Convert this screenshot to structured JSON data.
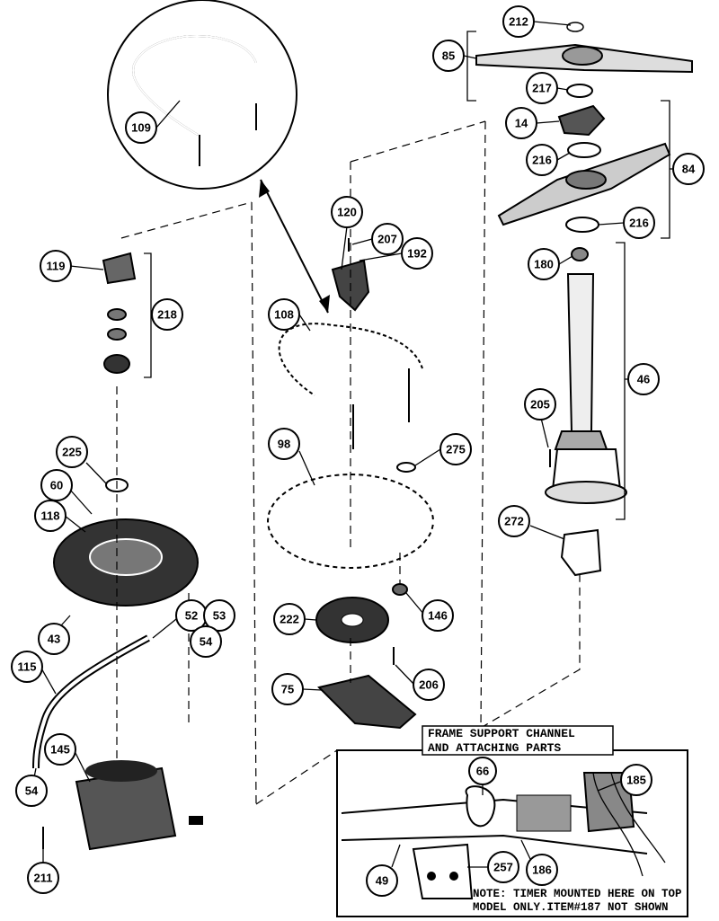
{
  "callouts": [
    {
      "id": "c212",
      "label": "212"
    },
    {
      "id": "c85",
      "label": "85"
    },
    {
      "id": "c217",
      "label": "217"
    },
    {
      "id": "c14",
      "label": "14"
    },
    {
      "id": "c216a",
      "label": "216"
    },
    {
      "id": "c84",
      "label": "84"
    },
    {
      "id": "c216b",
      "label": "216"
    },
    {
      "id": "c180",
      "label": "180"
    },
    {
      "id": "c46",
      "label": "46"
    },
    {
      "id": "c205",
      "label": "205"
    },
    {
      "id": "c272",
      "label": "272"
    },
    {
      "id": "c109",
      "label": "109"
    },
    {
      "id": "c120",
      "label": "120"
    },
    {
      "id": "c207",
      "label": "207"
    },
    {
      "id": "c192",
      "label": "192"
    },
    {
      "id": "c108",
      "label": "108"
    },
    {
      "id": "c98",
      "label": "98"
    },
    {
      "id": "c275",
      "label": "275"
    },
    {
      "id": "c146",
      "label": "146"
    },
    {
      "id": "c222",
      "label": "222"
    },
    {
      "id": "c206",
      "label": "206"
    },
    {
      "id": "c75",
      "label": "75"
    },
    {
      "id": "c119",
      "label": "119"
    },
    {
      "id": "c218",
      "label": "218"
    },
    {
      "id": "c225",
      "label": "225"
    },
    {
      "id": "c60",
      "label": "60"
    },
    {
      "id": "c118",
      "label": "118"
    },
    {
      "id": "c43",
      "label": "43"
    },
    {
      "id": "c52",
      "label": "52"
    },
    {
      "id": "c53",
      "label": "53"
    },
    {
      "id": "c54a",
      "label": "54"
    },
    {
      "id": "c115",
      "label": "115"
    },
    {
      "id": "c145",
      "label": "145"
    },
    {
      "id": "c54b",
      "label": "54"
    },
    {
      "id": "c211",
      "label": "211"
    },
    {
      "id": "c66",
      "label": "66"
    },
    {
      "id": "c185",
      "label": "185"
    },
    {
      "id": "c49",
      "label": "49"
    },
    {
      "id": "c257",
      "label": "257"
    },
    {
      "id": "c186",
      "label": "186"
    }
  ],
  "inset": {
    "title_line1": "FRAME SUPPORT CHANNEL",
    "title_line2": "AND ATTACHING PARTS",
    "note_line1": "NOTE: TIMER MOUNTED HERE ON TOP",
    "note_line2": "MODEL ONLY.ITEM#187 NOT SHOWN"
  }
}
